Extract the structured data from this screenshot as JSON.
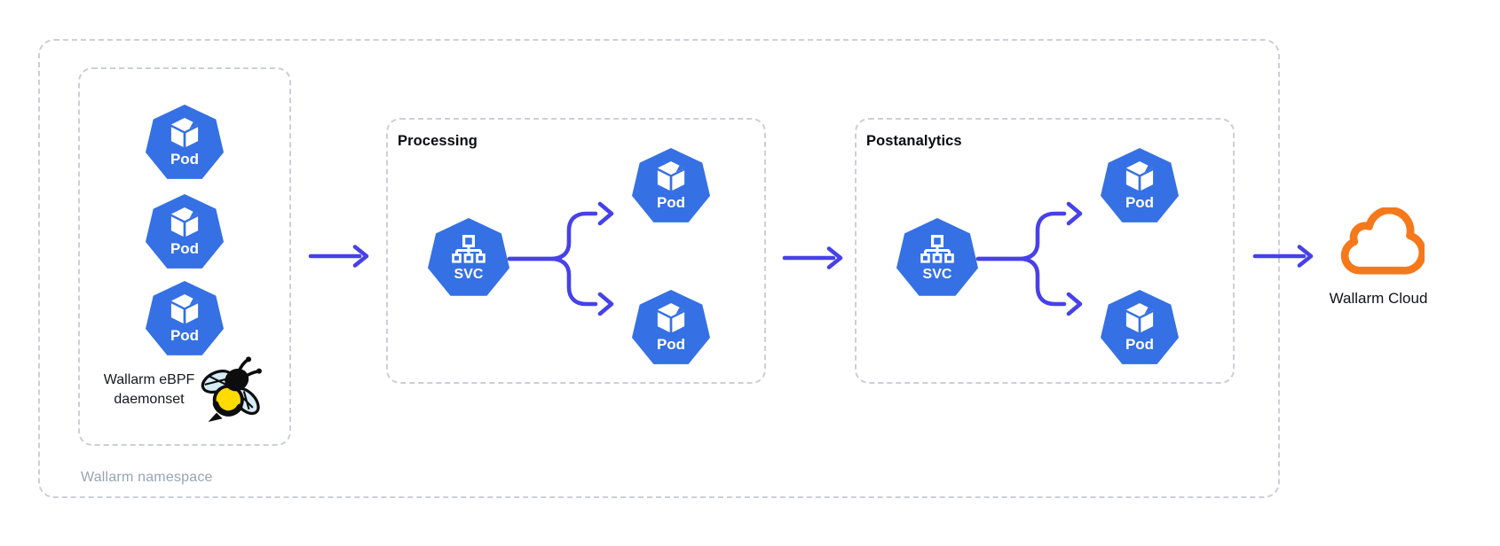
{
  "diagram": {
    "namespace": {
      "label": "Wallarm namespace"
    },
    "daemonset": {
      "caption_line1": "Wallarm eBPF",
      "caption_line2": "daemonset",
      "pods": [
        {
          "label": "Pod"
        },
        {
          "label": "Pod"
        },
        {
          "label": "Pod"
        }
      ]
    },
    "processing": {
      "title": "Processing",
      "service": {
        "label": "SVC"
      },
      "pods": [
        {
          "label": "Pod"
        },
        {
          "label": "Pod"
        }
      ]
    },
    "postanalytics": {
      "title": "Postanalytics",
      "service": {
        "label": "SVC"
      },
      "pods": [
        {
          "label": "Pod"
        },
        {
          "label": "Pod"
        }
      ]
    },
    "cloud": {
      "label": "Wallarm Cloud"
    }
  },
  "colors": {
    "kubernetes_blue": "#3570E4",
    "flow_arrow_blue": "#4641E8",
    "cloud_orange": "#F5791A",
    "dashed_border": "#CCCFD5",
    "namespace_label_gray": "#9AA3B2",
    "bee_yellow": "#FFDB00",
    "bee_wing_blue": "#D6ECF9"
  },
  "icons": {
    "pod": "kubernetes-pod-cube-icon",
    "service": "kubernetes-service-tree-icon",
    "daemonset_mascot": "ebpf-bee-icon",
    "cloud": "cloud-icon",
    "flow": "arrow-right-icon"
  }
}
